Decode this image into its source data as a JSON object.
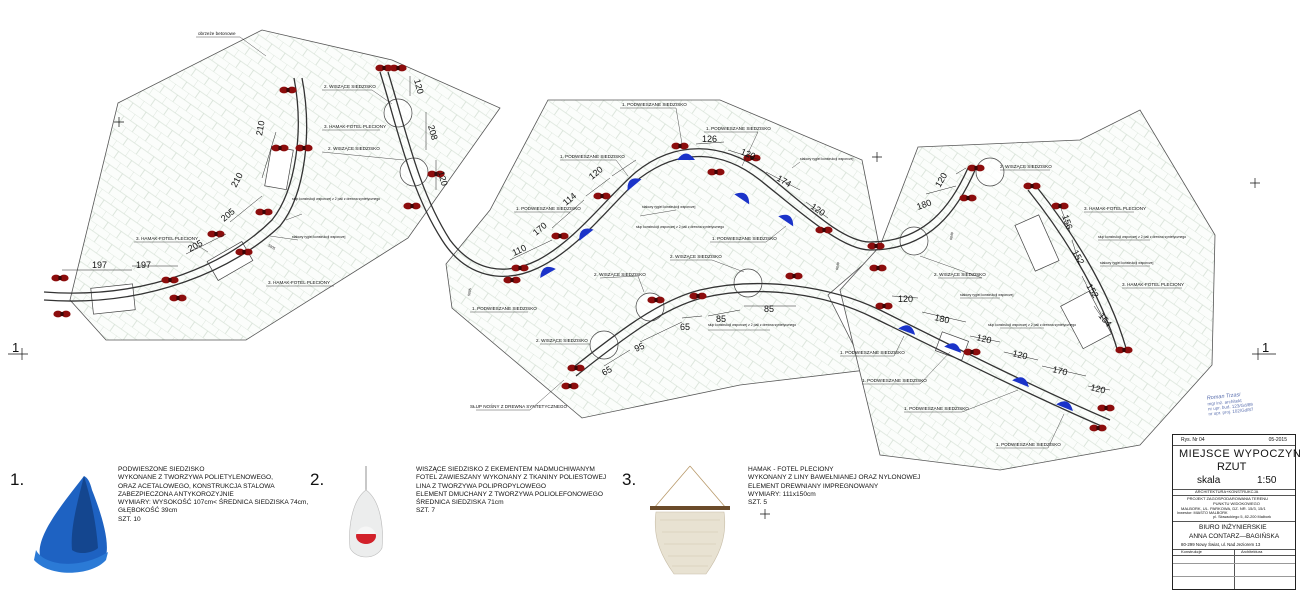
{
  "labels": {
    "concrete_edge": "obrzeże betonowe",
    "hanging_seat": "1. PODWIESZANE SIEDZISKO",
    "ball_seat": "2. WISZĄCE SIEDZISKO",
    "hammock_chair": "3. HAMAK-FOTEL PLECIONY",
    "steel_beam": "stalowy rygiel konstrukcji wsporczej",
    "support_post": "słup konstrukcji wsporczej z 2 pali z drewna syntetycznego",
    "post_note": "SŁUP NOŚNY Z DREWNA SYNTETYCZNEGO",
    "section_mark": "1",
    "code_a": "5005",
    "code_b": "6049"
  },
  "dimensions": {
    "left": [
      "197",
      "197",
      "205",
      "210",
      "210"
    ],
    "bridge": [
      "120",
      "208",
      "120"
    ],
    "mid_upper": [
      "110",
      "170",
      "114",
      "120",
      "126",
      "120",
      "174",
      "120"
    ],
    "mid_lower": [
      "65",
      "95",
      "65",
      "85",
      "85"
    ],
    "right_upper": [
      "120",
      "180",
      "156",
      "152",
      "152",
      "154"
    ],
    "right_lower": [
      "120",
      "180",
      "120",
      "120",
      "170",
      "120"
    ]
  },
  "items": [
    {
      "number": "1.",
      "text": "PODWIESZONE SIEDZISKO\nWYKONANE Z TWORZYWA POLIETYLENOWEGO,\nORAZ ACETALOWEGO, KONSTRUKCJA STALOWA\nZABEZPIECZONA ANTYKOROZYJNIE\nWYMIARY: WYSOKOŚĆ 107cm< ŚREDNICA SIEDZISKA 74cm,\nGŁĘBOKOŚĆ 39cm\nSZT. 10"
    },
    {
      "number": "2.",
      "text": "WISZĄCE SIEDZISKO Z EKEMENTEM NADMUCHIWANYM\nFOTEL ZAWIESZANY WYKONANY Z TKANINY POLIESTOWEJ\nLINA Z TWORZYWA POLIPROPYLOWEGO\nELEMENT DMUCHANY Z TWORZYWA POLIOLEFONOWEGO\nŚREDNICA SIEDZISKA 71cm\nSZT. 7"
    },
    {
      "number": "3.",
      "text": "HAMAK - FOTEL PLECIONY\nWYKONANY Z LINY BAWEŁNIANEJ ORAZ NYLONOWEJ\nELEMENT DREWNIANY IMPREGNOWANY\nWYMIARY: 111x150cm\nSZT. 5"
    }
  ],
  "title_block": {
    "drawing_no": "Rys. Nr 04",
    "date": "05-2015",
    "title_1": "MIEJSCE WYPOCZYNKU",
    "title_2": "RZUT",
    "scale_label": "skala",
    "scale": "1:50",
    "discipline": "ARCHITEKTURA+KONSTRUKCJA",
    "project_1": "PROJEKT ZAGOSPODAROWANIA TERENU",
    "project_2": "PUNKTU WIDOKOWEGO",
    "address": "MALBORK, UL. PARKOWA, DZ. NR. 15/3, 15/1",
    "investor": "Inwestor: MIASTO MALBORK",
    "investor_addr": "pl. Słowackiego 5, 82-200 Malbork",
    "office_1": "BIURO INŻYNIERSKIE",
    "office_2": "ANNA CONTARZ—BAGIŃSKA",
    "office_addr": "80-299 Nowy Świat, ul. Nad Jeziorem 13",
    "col_1": "Konstrukcje",
    "col_2": "Architektura"
  },
  "stamp": {
    "name": "Roman Trzasi",
    "lines": [
      "mgr inż. architekt",
      "nr upr. bud. 123/Gd/89",
      "nr upr. proj. 102/Gd/87"
    ]
  },
  "colors": {
    "paving_line": "#c9d8c9",
    "hanging_seat_blue": "#1b33c9",
    "post_red": "#8c0d0d",
    "stamp_blue": "#5a6fae"
  }
}
